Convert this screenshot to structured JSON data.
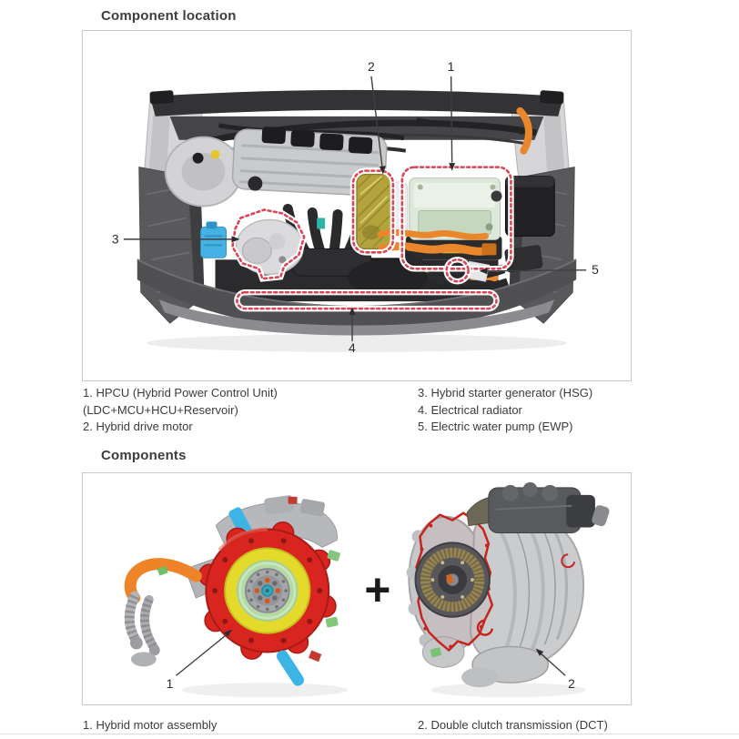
{
  "sections": {
    "component_location": {
      "title": "Component location",
      "callouts": {
        "c1": "1",
        "c2": "2",
        "c3": "3",
        "c4": "4",
        "c5": "5"
      },
      "legend_left": [
        "1. HPCU (Hybrid Power Control Unit)",
        "(LDC+MCU+HCU+Reservoir)",
        "2. Hybrid drive motor"
      ],
      "legend_right": [
        "3. Hybrid starter generator (HSG)",
        "4. Electrical radiator",
        "5. Electric water pump (EWP)"
      ]
    },
    "components": {
      "title": "Components",
      "plus": "+",
      "callouts": {
        "c1": "1",
        "c2": "2"
      },
      "legend_left": "1. Hybrid motor assembly",
      "legend_right": "2. Double clutch transmission (DCT)"
    }
  },
  "colors": {
    "callout_outline_red": "#d94556",
    "hv_cable_orange": "#ea872c",
    "insulation_gold": "#b2a33c",
    "hpcu_mint": "#dde7da",
    "coolant_reservoir_blue": "#46b1e3",
    "motor_housing_red": "#d8251f",
    "motor_ring_yellow": "#e4da2c",
    "motor_ring_green": "#c8e6bb",
    "gasket_red": "#c6251f",
    "text": "#3b3b3b",
    "box_border": "#c9c9c9"
  }
}
